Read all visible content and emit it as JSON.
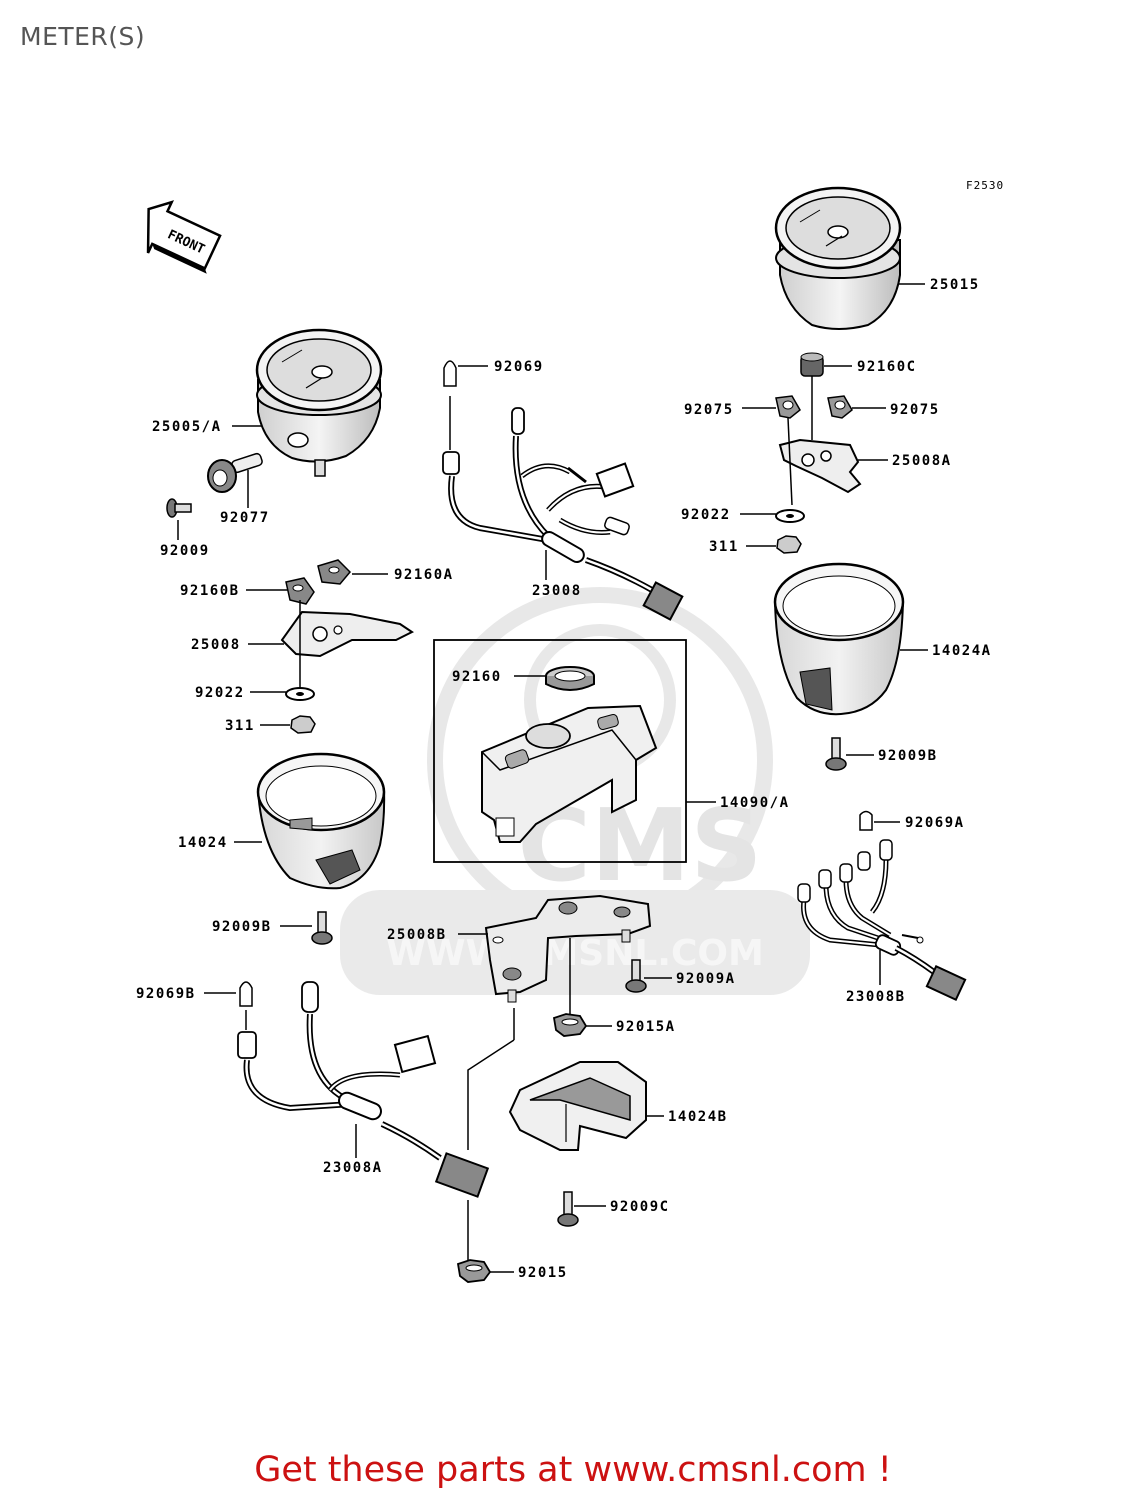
{
  "page": {
    "title": "METER(S)"
  },
  "figure": {
    "code": "F2530",
    "front_label": "FRONT"
  },
  "watermark": {
    "text": "CMS",
    "url": "WWW.CMSNL.COM"
  },
  "parts": [
    {
      "id": "25015",
      "label": "25015"
    },
    {
      "id": "92160C",
      "label": "92160C"
    },
    {
      "id": "92075-left",
      "label": "92075"
    },
    {
      "id": "92075-right",
      "label": "92075"
    },
    {
      "id": "25008A",
      "label": "25008A"
    },
    {
      "id": "92022-right",
      "label": "92022"
    },
    {
      "id": "311-right",
      "label": "311"
    },
    {
      "id": "14024A",
      "label": "14024A"
    },
    {
      "id": "92009B-right",
      "label": "92009B"
    },
    {
      "id": "92069A",
      "label": "92069A"
    },
    {
      "id": "23008B",
      "label": "23008B"
    },
    {
      "id": "92069",
      "label": "92069"
    },
    {
      "id": "23008",
      "label": "23008"
    },
    {
      "id": "25005A",
      "label": "25005/A"
    },
    {
      "id": "92077",
      "label": "92077"
    },
    {
      "id": "92009",
      "label": "92009"
    },
    {
      "id": "92160A",
      "label": "92160A"
    },
    {
      "id": "92160B",
      "label": "92160B"
    },
    {
      "id": "25008",
      "label": "25008"
    },
    {
      "id": "92022-left",
      "label": "92022"
    },
    {
      "id": "311-left",
      "label": "311"
    },
    {
      "id": "92160",
      "label": "92160"
    },
    {
      "id": "14090A",
      "label": "14090/A"
    },
    {
      "id": "14024",
      "label": "14024"
    },
    {
      "id": "92009B-left",
      "label": "92009B"
    },
    {
      "id": "25008B",
      "label": "25008B"
    },
    {
      "id": "92009A",
      "label": "92009A"
    },
    {
      "id": "92015A",
      "label": "92015A"
    },
    {
      "id": "92069B",
      "label": "92069B"
    },
    {
      "id": "14024B",
      "label": "14024B"
    },
    {
      "id": "23008A",
      "label": "23008A"
    },
    {
      "id": "92009C",
      "label": "92009C"
    },
    {
      "id": "92015",
      "label": "92015"
    }
  ],
  "footer": {
    "cta": "Get these parts at www.cmsnl.com !"
  },
  "colors": {
    "title": "#555555",
    "footer": "#cc1111",
    "watermark": "#e6e6e6",
    "ink": "#000000"
  }
}
